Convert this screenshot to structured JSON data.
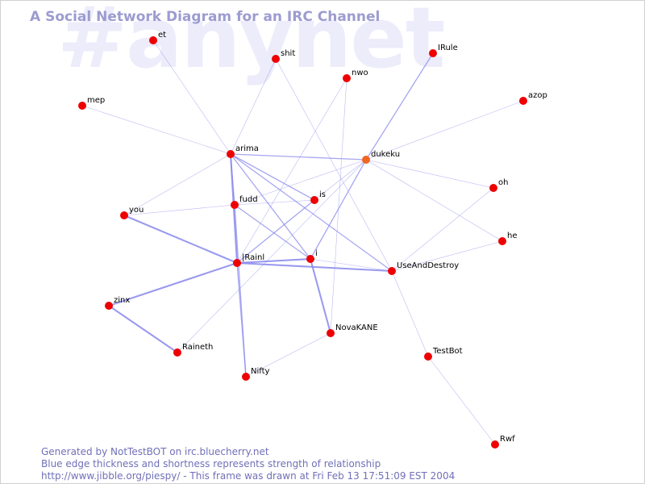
{
  "watermark": "#anynet",
  "title": "A Social Network Diagram for an IRC Channel",
  "colors": {
    "edge": "#8888ee",
    "node": "#ee0000",
    "node_highlight": "#ee6622",
    "title": "#9c9cd0",
    "footer": "#7070b8"
  },
  "nodes": [
    {
      "id": "et",
      "label": "et"
    },
    {
      "id": "shit",
      "label": "shit"
    },
    {
      "id": "IRule",
      "label": "IRule"
    },
    {
      "id": "nwo",
      "label": "nwo"
    },
    {
      "id": "mep",
      "label": "mep"
    },
    {
      "id": "azop",
      "label": "azop"
    },
    {
      "id": "arima",
      "label": "arima"
    },
    {
      "id": "dukeku",
      "label": "dukeku",
      "highlight": true
    },
    {
      "id": "is",
      "label": "is"
    },
    {
      "id": "fudd",
      "label": "fudd"
    },
    {
      "id": "oh",
      "label": "oh"
    },
    {
      "id": "you",
      "label": "you"
    },
    {
      "id": "he",
      "label": "he"
    },
    {
      "id": "Rainl",
      "label": "|Rainl"
    },
    {
      "id": "i",
      "label": "i"
    },
    {
      "id": "UseAndDestroy",
      "label": "UseAndDestroy"
    },
    {
      "id": "zinx",
      "label": "zinx"
    },
    {
      "id": "NovaKANE",
      "label": "NovaKANE"
    },
    {
      "id": "Raineth",
      "label": "Raineth"
    },
    {
      "id": "TestBot",
      "label": "TestBot"
    },
    {
      "id": "Nifty",
      "label": "Nifty"
    },
    {
      "id": "Rwf",
      "label": "Rwf"
    }
  ],
  "edges": [
    {
      "source": "et",
      "target": "arima",
      "weight": 1
    },
    {
      "source": "mep",
      "target": "arima",
      "weight": 1
    },
    {
      "source": "shit",
      "target": "arima",
      "weight": 1
    },
    {
      "source": "shit",
      "target": "UseAndDestroy",
      "weight": 1
    },
    {
      "source": "nwo",
      "target": "NovaKANE",
      "weight": 1
    },
    {
      "source": "nwo",
      "target": "Rainl",
      "weight": 1
    },
    {
      "source": "IRule",
      "target": "dukeku",
      "weight": 2
    },
    {
      "source": "azop",
      "target": "dukeku",
      "weight": 1
    },
    {
      "source": "arima",
      "target": "dukeku",
      "weight": 2
    },
    {
      "source": "arima",
      "target": "is",
      "weight": 2
    },
    {
      "source": "arima",
      "target": "fudd",
      "weight": 2
    },
    {
      "source": "arima",
      "target": "Rainl",
      "weight": 3
    },
    {
      "source": "arima",
      "target": "i",
      "weight": 2
    },
    {
      "source": "arima",
      "target": "you",
      "weight": 1
    },
    {
      "source": "arima",
      "target": "UseAndDestroy",
      "weight": 2
    },
    {
      "source": "dukeku",
      "target": "fudd",
      "weight": 1
    },
    {
      "source": "dukeku",
      "target": "is",
      "weight": 1
    },
    {
      "source": "dukeku",
      "target": "oh",
      "weight": 1
    },
    {
      "source": "dukeku",
      "target": "he",
      "weight": 1
    },
    {
      "source": "dukeku",
      "target": "i",
      "weight": 2
    },
    {
      "source": "dukeku",
      "target": "Raineth",
      "weight": 1
    },
    {
      "source": "fudd",
      "target": "is",
      "weight": 1
    },
    {
      "source": "fudd",
      "target": "you",
      "weight": 1
    },
    {
      "source": "fudd",
      "target": "Nifty",
      "weight": 2
    },
    {
      "source": "fudd",
      "target": "i",
      "weight": 2
    },
    {
      "source": "is",
      "target": "Rainl",
      "weight": 2
    },
    {
      "source": "you",
      "target": "Rainl",
      "weight": 3
    },
    {
      "source": "Rainl",
      "target": "i",
      "weight": 3
    },
    {
      "source": "Rainl",
      "target": "UseAndDestroy",
      "weight": 3
    },
    {
      "source": "Rainl",
      "target": "zinx",
      "weight": 3
    },
    {
      "source": "Rainl",
      "target": "Nifty",
      "weight": 2
    },
    {
      "source": "i",
      "target": "NovaKANE",
      "weight": 3
    },
    {
      "source": "i",
      "target": "UseAndDestroy",
      "weight": 1
    },
    {
      "source": "zinx",
      "target": "Raineth",
      "weight": 3
    },
    {
      "source": "oh",
      "target": "UseAndDestroy",
      "weight": 1
    },
    {
      "source": "he",
      "target": "UseAndDestroy",
      "weight": 1
    },
    {
      "source": "UseAndDestroy",
      "target": "TestBot",
      "weight": 1
    },
    {
      "source": "TestBot",
      "target": "Rwf",
      "weight": 1
    },
    {
      "source": "Nifty",
      "target": "NovaKANE",
      "weight": 1
    }
  ],
  "footer": {
    "line1": "Generated by NotTestBOT on irc.bluecherry.net",
    "line2": "Blue edge thickness and shortness represents strength of relationship",
    "line3": "http://www.jibble.org/piespy/ - This frame was drawn at Fri Feb 13 17:51:09 EST 2004"
  }
}
